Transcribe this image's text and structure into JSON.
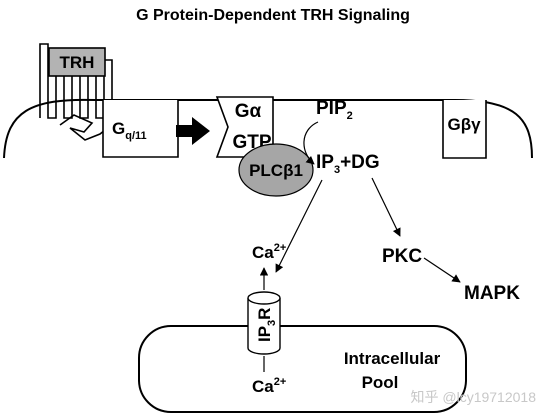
{
  "title": "G Protein-Dependent TRH Signaling",
  "labels": {
    "trh": "TRH",
    "gq_main": "G",
    "gq_sub": "q/11",
    "galpha": "Gα",
    "gtp": "GTP",
    "pip2_main": "PIP",
    "pip2_sub": "2",
    "plcb1": "PLCβ1",
    "ip3_main": "IP",
    "ip3_sub": "3",
    "ip3_rest": "+DG",
    "gbg": "Gβγ",
    "pkc": "PKC",
    "mapk": "MAPK",
    "ca_top_main": "Ca",
    "ca_top_sup": "2+",
    "ca_bottom_main": "Ca",
    "ca_bottom_sup": "2+",
    "ip3r_main": "IP",
    "ip3r_sub": "3",
    "ip3r_rest": "R",
    "pool_line1": "Intracellular",
    "pool_line2": "Pool"
  },
  "watermark": "知乎 @lcy19712018",
  "colors": {
    "plc_fill": "#a6a6a6",
    "trh_fill": "#b3b3b3",
    "line": "#000000"
  }
}
